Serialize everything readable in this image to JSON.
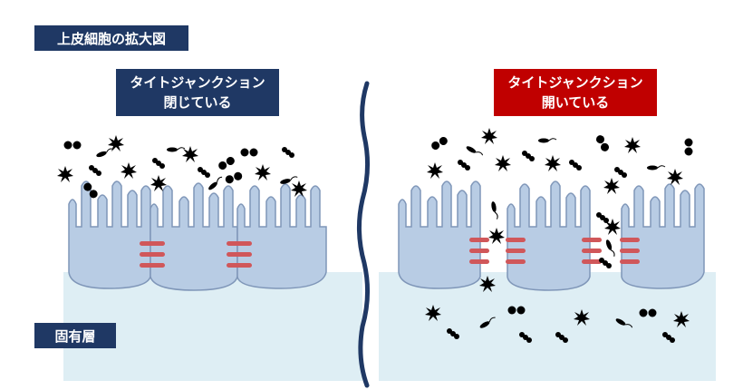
{
  "title": "上皮細胞の拡大図",
  "lamina_propria_label": "固有層",
  "left_panel": {
    "line1": "タイトジャンクション",
    "line2": "閉じている"
  },
  "right_panel": {
    "line1": "タイトジャンクション",
    "line2": "開いている"
  },
  "colors": {
    "label_navy": "#1f3864",
    "label_red": "#c00000",
    "cell_fill": "#b8cce4",
    "cell_stroke": "#7f96b8",
    "lamina_fill": "#deeef4",
    "junction": "#d0575a",
    "divider": "#1f3864",
    "particles": "#000000"
  }
}
